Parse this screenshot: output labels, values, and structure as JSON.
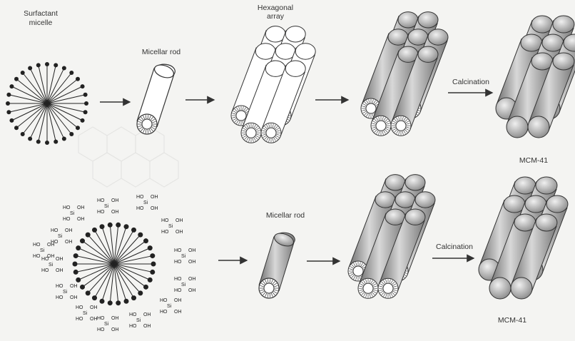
{
  "top_row": {
    "surfactant_label_line1": "Surfactant",
    "surfactant_label_line2": "micelle",
    "micellar_rod_label": "Micellar rod",
    "hexagonal_label_line1": "Hexagonal",
    "hexagonal_label_line2": "array",
    "calcination_label": "Calcination",
    "product_label": "MCM-41"
  },
  "bottom_row": {
    "micellar_rod_label": "Micellar rod",
    "calcination_label": "Calcination",
    "product_label": "MCM-41"
  },
  "silicate": {
    "ho": "HO",
    "oh": "OH",
    "si": "Si"
  },
  "colors": {
    "background": "#f4f4f2",
    "ink": "#333333",
    "rod_shade": "#9a9a9a"
  }
}
